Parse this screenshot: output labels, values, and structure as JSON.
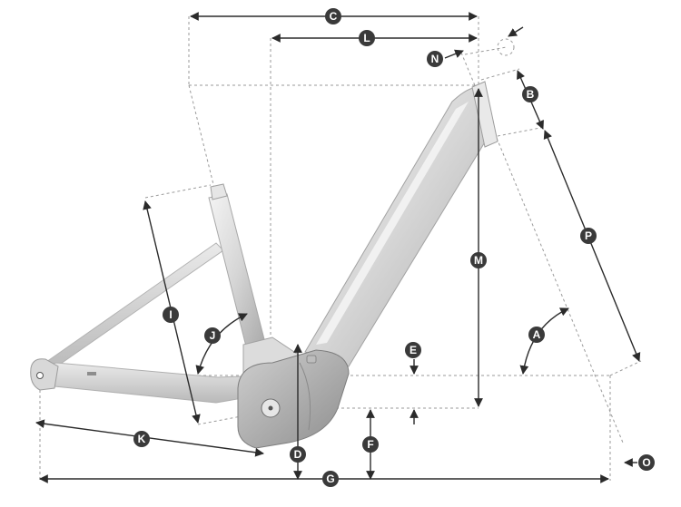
{
  "diagram": {
    "labels": {
      "a": "A",
      "b": "B",
      "c": "C",
      "d": "D",
      "e": "E",
      "f": "F",
      "g": "G",
      "i": "I",
      "j": "J",
      "k": "K",
      "l": "L",
      "m": "M",
      "n": "N",
      "o": "O",
      "p": "P"
    },
    "colors": {
      "frame_light": "#eeeeee",
      "frame_mid": "#d2d2d2",
      "frame_dark": "#a6a6a6",
      "dimension_line": "#2b2b2b",
      "guide_line": "#9a9a9a",
      "badge_fill": "#3a3a3a",
      "badge_text": "#ffffff"
    }
  }
}
